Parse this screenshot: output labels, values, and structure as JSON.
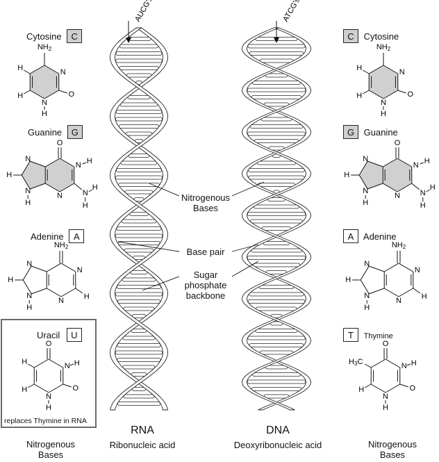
{
  "left_bases": {
    "cytosine": {
      "name": "Cytosine",
      "letter": "C"
    },
    "guanine": {
      "name": "Guanine",
      "letter": "G"
    },
    "adenine": {
      "name": "Adenine",
      "letter": "A"
    },
    "uracil": {
      "name": "Uracil",
      "letter": "U",
      "note": "replaces Thymine in RNA"
    }
  },
  "right_bases": {
    "cytosine": {
      "name": "Cytosine",
      "letter": "C"
    },
    "guanine": {
      "name": "Guanine",
      "letter": "G"
    },
    "adenine": {
      "name": "Adenine",
      "letter": "A"
    },
    "thymine": {
      "name": "Thymine",
      "letter": "T"
    }
  },
  "rna": {
    "arrow_label": "AUCG's",
    "title": "RNA",
    "subtitle": "Ribonucleic acid"
  },
  "dna": {
    "arrow_label": "ATCG's",
    "title": "DNA",
    "subtitle": "Deoxyribonucleic acid"
  },
  "callouts": {
    "nitrogenous_line1": "Nitrogenous",
    "nitrogenous_line2": "Bases",
    "base_pair": "Base pair",
    "sugar_line1": "Sugar",
    "sugar_line2": "phosphate",
    "sugar_line3": "backbone"
  },
  "footer": {
    "left_line1": "Nitrogenous",
    "left_line2": "Bases",
    "right_line1": "Nitrogenous",
    "right_line2": "Bases"
  },
  "atoms": {
    "N": "N",
    "H": "H",
    "O": "O",
    "NH2": "NH2",
    "H3C": "H3C"
  },
  "colors": {
    "ring_fill": "#d0d0d0",
    "badge_fill": "#cfcfcf",
    "box_border": "#6a6a6a"
  }
}
